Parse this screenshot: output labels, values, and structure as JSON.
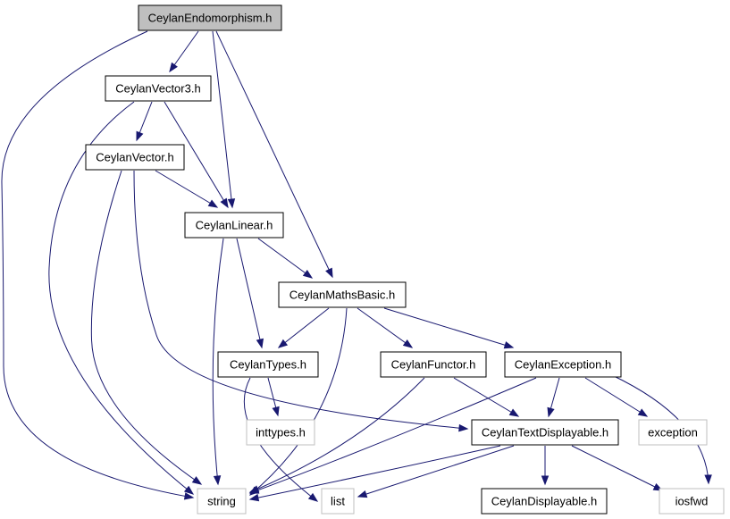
{
  "colors": {
    "edge": "#191970",
    "root_fill": "#bfbfbf",
    "node_fill": "#ffffff",
    "node_border": "#000000",
    "external_border": "#bfbfbf"
  },
  "nodes": [
    {
      "id": "endo",
      "label": "CeylanEndomorphism.h",
      "kind": "root"
    },
    {
      "id": "vec3",
      "label": "CeylanVector3.h",
      "kind": "internal"
    },
    {
      "id": "vec",
      "label": "CeylanVector.h",
      "kind": "internal"
    },
    {
      "id": "linear",
      "label": "CeylanLinear.h",
      "kind": "internal"
    },
    {
      "id": "maths",
      "label": "CeylanMathsBasic.h",
      "kind": "internal"
    },
    {
      "id": "types",
      "label": "CeylanTypes.h",
      "kind": "internal"
    },
    {
      "id": "functor",
      "label": "CeylanFunctor.h",
      "kind": "internal"
    },
    {
      "id": "exc",
      "label": "CeylanException.h",
      "kind": "internal"
    },
    {
      "id": "inttypes",
      "label": "inttypes.h",
      "kind": "external"
    },
    {
      "id": "textdisp",
      "label": "CeylanTextDisplayable.h",
      "kind": "internal"
    },
    {
      "id": "exception",
      "label": "exception",
      "kind": "external"
    },
    {
      "id": "string",
      "label": "string",
      "kind": "external"
    },
    {
      "id": "list",
      "label": "list",
      "kind": "external"
    },
    {
      "id": "disp",
      "label": "CeylanDisplayable.h",
      "kind": "internal"
    },
    {
      "id": "iosfwd",
      "label": "iosfwd",
      "kind": "external"
    }
  ],
  "edges": [
    {
      "from": "endo",
      "to": "vec3"
    },
    {
      "from": "endo",
      "to": "string"
    },
    {
      "from": "endo",
      "to": "linear"
    },
    {
      "from": "endo",
      "to": "maths"
    },
    {
      "from": "vec3",
      "to": "vec"
    },
    {
      "from": "vec3",
      "to": "string"
    },
    {
      "from": "vec3",
      "to": "linear"
    },
    {
      "from": "vec",
      "to": "linear"
    },
    {
      "from": "vec",
      "to": "string"
    },
    {
      "from": "vec",
      "to": "textdisp"
    },
    {
      "from": "linear",
      "to": "maths"
    },
    {
      "from": "linear",
      "to": "types"
    },
    {
      "from": "linear",
      "to": "string"
    },
    {
      "from": "maths",
      "to": "types"
    },
    {
      "from": "maths",
      "to": "functor"
    },
    {
      "from": "maths",
      "to": "exc"
    },
    {
      "from": "maths",
      "to": "string"
    },
    {
      "from": "types",
      "to": "inttypes"
    },
    {
      "from": "types",
      "to": "list"
    },
    {
      "from": "functor",
      "to": "textdisp"
    },
    {
      "from": "functor",
      "to": "string"
    },
    {
      "from": "exc",
      "to": "textdisp"
    },
    {
      "from": "exc",
      "to": "exception"
    },
    {
      "from": "exc",
      "to": "string"
    },
    {
      "from": "exc",
      "to": "iosfwd"
    },
    {
      "from": "textdisp",
      "to": "disp"
    },
    {
      "from": "textdisp",
      "to": "string"
    },
    {
      "from": "textdisp",
      "to": "list"
    },
    {
      "from": "textdisp",
      "to": "iosfwd"
    }
  ]
}
